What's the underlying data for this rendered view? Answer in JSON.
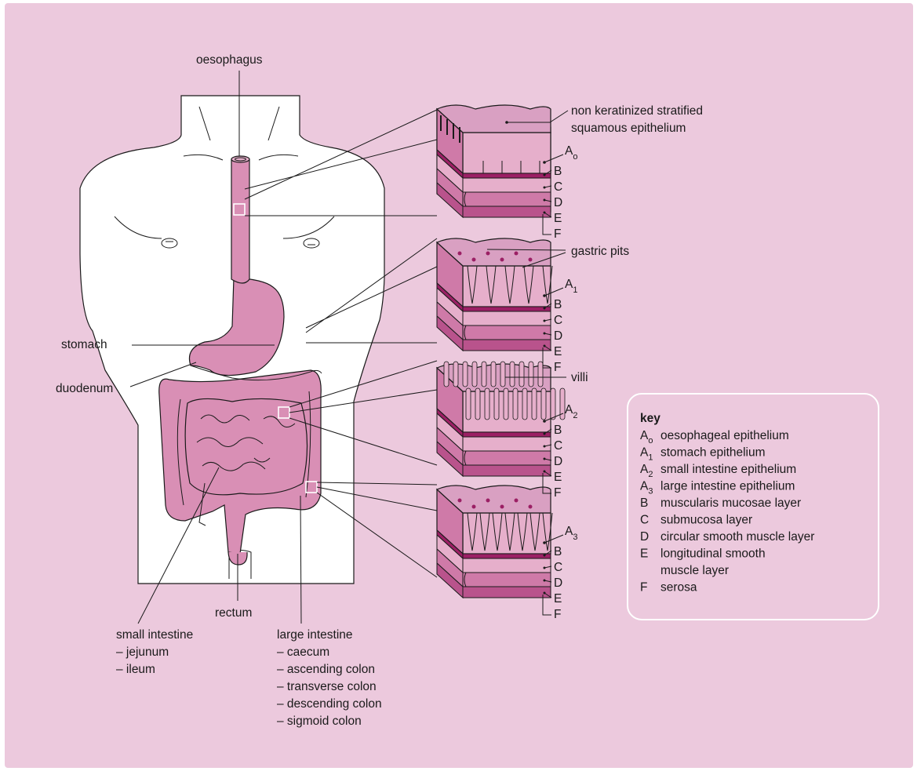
{
  "organ_labels": {
    "oesophagus": "oesophagus",
    "stomach": "stomach",
    "duodenum": "duodenum",
    "rectum": "rectum",
    "small_intestine": [
      "small intestine",
      "– jejunum",
      "– ileum"
    ],
    "large_intestine": [
      "large intestine",
      "– caecum",
      "– ascending colon",
      "– transverse colon",
      "– descending colon",
      "– sigmoid colon"
    ]
  },
  "tissue_labels": {
    "epithelium_note": [
      "non keratinized stratified",
      "squamous epithelium"
    ],
    "gastric_pits": "gastric pits",
    "villi": "villi",
    "layer_letters": [
      "B",
      "C",
      "D",
      "E",
      "F"
    ],
    "a_prefix": "A",
    "a_subs": [
      "o",
      "1",
      "2",
      "3"
    ]
  },
  "key": {
    "title": "key",
    "entries": [
      {
        "code": "A",
        "sub": "o",
        "text": "oesophageal epithelium"
      },
      {
        "code": "A",
        "sub": "1",
        "text": "stomach epithelium"
      },
      {
        "code": "A",
        "sub": "2",
        "text": "small intestine epithelium"
      },
      {
        "code": "A",
        "sub": "3",
        "text": "large intestine epithelium"
      },
      {
        "code": "B",
        "sub": "",
        "text": "muscularis mucosae layer"
      },
      {
        "code": "C",
        "sub": "",
        "text": "submucosa layer"
      },
      {
        "code": "D",
        "sub": "",
        "text": "circular smooth muscle layer"
      },
      {
        "code": "E",
        "sub": "",
        "text": "longitudinal smooth"
      },
      {
        "code": "",
        "sub": "",
        "text": "muscle layer"
      },
      {
        "code": "F",
        "sub": "",
        "text": "serosa"
      }
    ]
  },
  "colors": {
    "background": "#ecc9dd",
    "organ": "#d98fb5",
    "tissue_light": "#e6afcb",
    "tissue_mid": "#cf7aa8",
    "tissue_dark": "#b9538c",
    "muscularis": "#9b1f64",
    "body_fill": "#ffffff"
  }
}
